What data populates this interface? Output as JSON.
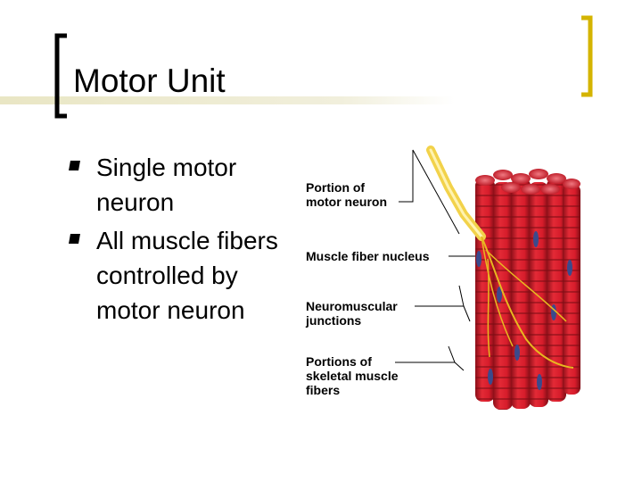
{
  "slide": {
    "title": "Motor Unit",
    "bullets": [
      "Single motor neuron",
      "All muscle fibers controlled by motor neuron"
    ]
  },
  "figure": {
    "labels": {
      "motor_neuron_line1": "Portion of",
      "motor_neuron_line2": "motor neuron",
      "fiber_nucleus": "Muscle fiber nucleus",
      "nmj_line1": "Neuromuscular",
      "nmj_line2": "junctions",
      "skeletal_line1": "Portions of",
      "skeletal_line2": "skeletal muscle",
      "skeletal_line3": "fibers"
    }
  },
  "colors": {
    "accent_gold": "#d4b400",
    "rule_light": "#e8e6c8",
    "muscle_red": "#d61c2b",
    "muscle_dark": "#8c0f18",
    "nerve_yellow": "#f2d24a",
    "nucleus_blue": "#3b4a8c"
  },
  "icons": [
    "square-bullet-icon"
  ]
}
